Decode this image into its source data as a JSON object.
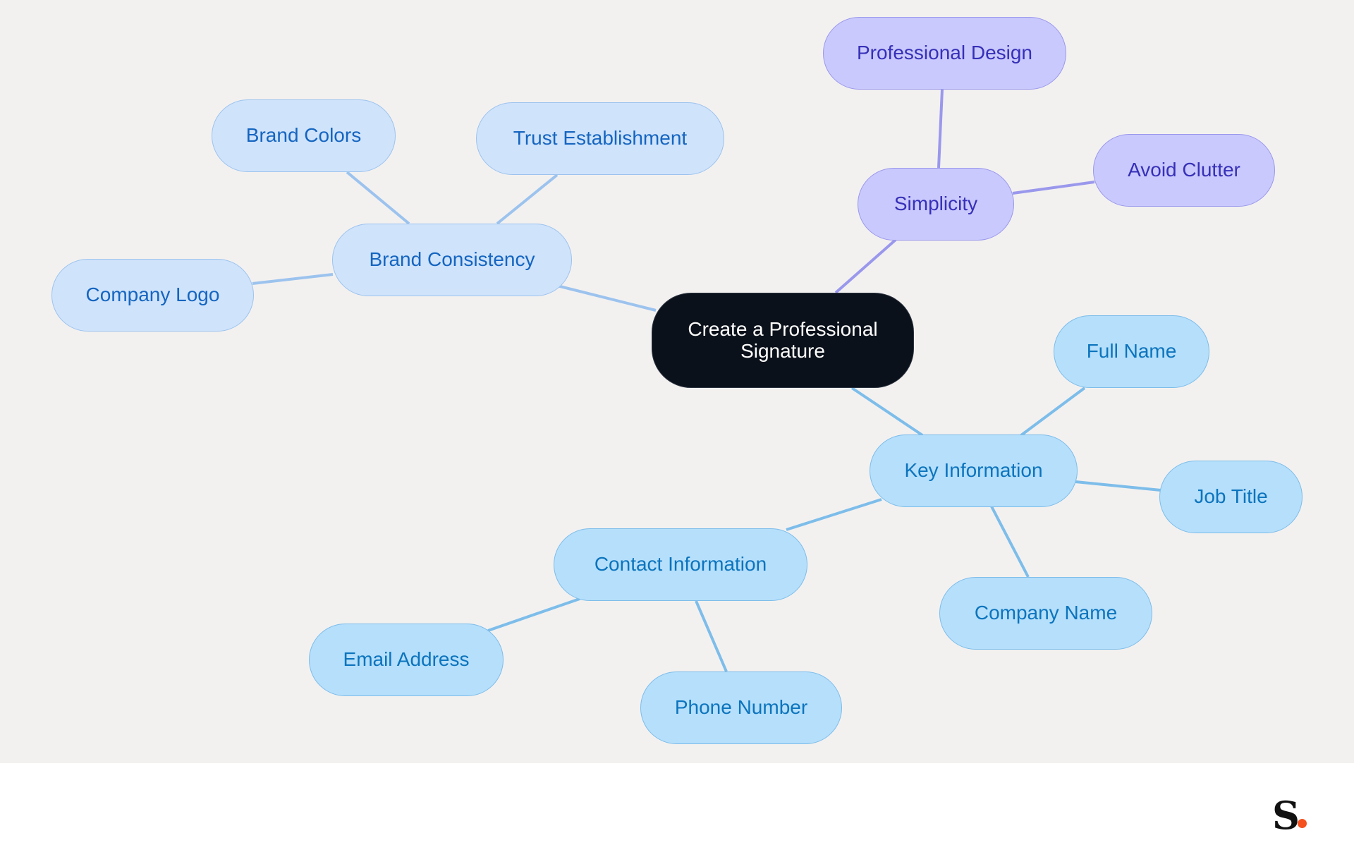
{
  "mindmap": {
    "root": {
      "label": "Create a Professional Signature"
    },
    "branches": {
      "brand_consistency": {
        "label": "Brand Consistency",
        "children": [
          "Brand Colors",
          "Trust Establishment",
          "Company Logo"
        ]
      },
      "simplicity": {
        "label": "Simplicity",
        "children": [
          "Professional Design",
          "Avoid Clutter"
        ]
      },
      "key_information": {
        "label": "Key Information",
        "children": [
          "Full Name",
          "Job Title",
          "Company Name"
        ],
        "contact_information": {
          "label": "Contact Information",
          "children": [
            "Email Address",
            "Phone Number"
          ]
        }
      }
    },
    "colors": {
      "canvas_background": "#f3f1f0",
      "root_fill": "#0b111a",
      "brand_branch_fill": "#cfe3fb",
      "key_info_branch_fill": "#b5dffb",
      "simplicity_branch_fill": "#c9c9fd",
      "edge_blue": "#9cc3ee",
      "edge_cyan": "#7dbdea",
      "edge_purple": "#9a98ec"
    }
  },
  "footer": {
    "logo_letter": "S",
    "logo_accent_color": "#f4511e"
  }
}
